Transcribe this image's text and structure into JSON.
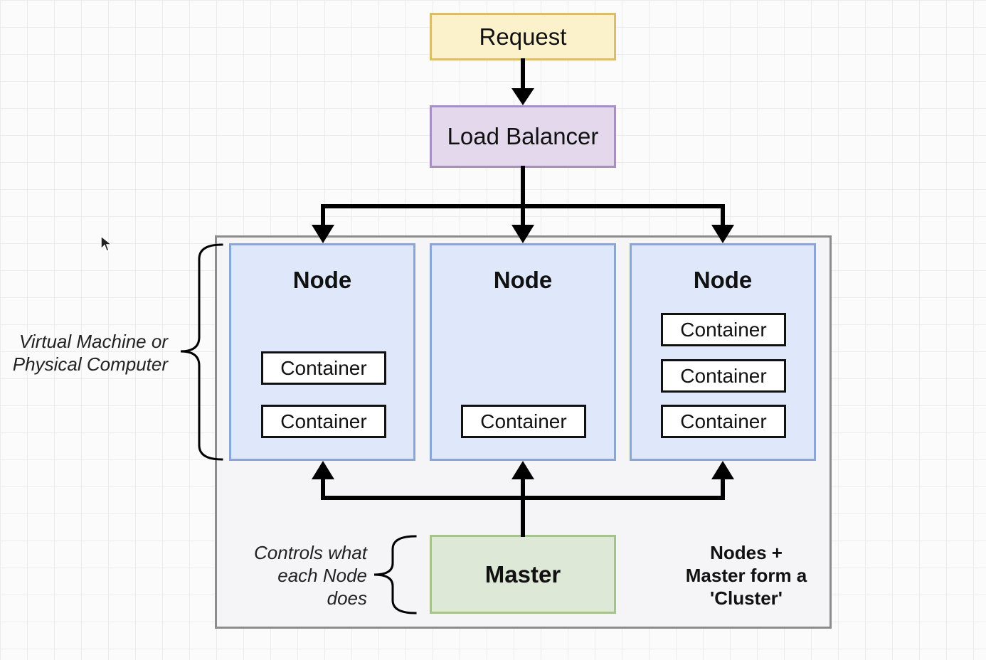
{
  "request_label": "Request",
  "load_balancer_label": "Load Balancer",
  "nodes": [
    {
      "title": "Node",
      "containers": [
        "Container",
        "Container"
      ]
    },
    {
      "title": "Node",
      "containers": [
        "Container"
      ]
    },
    {
      "title": "Node",
      "containers": [
        "Container",
        "Container",
        "Container"
      ]
    }
  ],
  "master_label": "Master",
  "vm_note": [
    "Virtual Machine or",
    "Physical Computer"
  ],
  "master_note": [
    "Controls what",
    "each Node",
    "does"
  ],
  "cluster_note": [
    "Nodes +",
    "Master form a",
    "'Cluster'"
  ],
  "colors": {
    "request_fill": "#fbf1cb",
    "request_border": "#d8bf6c",
    "load_balancer_fill": "#e4d9ec",
    "load_balancer_border": "#a88fbf",
    "node_fill": "#dfe8fa",
    "node_border": "#8aa6d3",
    "master_fill": "#dee8d6",
    "master_border": "#a6c28f",
    "cluster_fill": "#f5f5f7",
    "cluster_border": "#8c8c8c"
  }
}
